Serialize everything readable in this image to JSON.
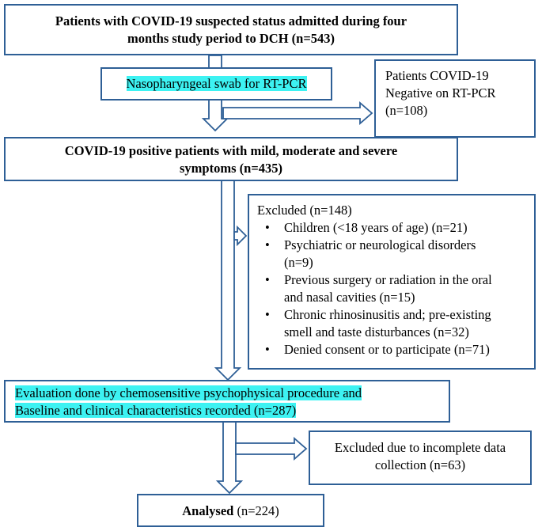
{
  "box1": {
    "lines": [
      "Patients with COVID-19 suspected status admitted during four",
      "months study period to DCH (n=543)"
    ]
  },
  "box2": {
    "text": "Nasopharyngeal swab for RT-PCR"
  },
  "box3": {
    "lines": [
      "Patients COVID-19",
      "Negative on RT-PCR",
      "(n=108)"
    ]
  },
  "box4": {
    "lines": [
      "COVID-19 positive patients with mild, moderate and severe",
      "symptoms (n=435)"
    ]
  },
  "box5": {
    "title": "Excluded (n=148)",
    "items": [
      {
        "lines": [
          "Children (<18 years of age) (n=21)"
        ]
      },
      {
        "lines": [
          "Psychiatric or neurological disorders",
          "(n=9)"
        ]
      },
      {
        "lines": [
          "Previous surgery or radiation in the oral",
          "and nasal cavities (n=15)"
        ]
      },
      {
        "lines": [
          "Chronic rhinosinusitis and; pre-existing",
          "smell and taste disturbances (n=32)"
        ]
      },
      {
        "lines": [
          "Denied consent or to participate (n=71)"
        ]
      }
    ]
  },
  "box6": {
    "lines": [
      "Evaluation done by chemosensitive psychophysical procedure and",
      "Baseline and clinical characteristics recorded (n=287)"
    ]
  },
  "box7": {
    "lines": [
      "Excluded due to incomplete data",
      "collection (n=63)"
    ]
  },
  "box8": {
    "bold_part": "Analysed",
    "rest": " (n=224)"
  },
  "colors": {
    "border": "#2e5f96",
    "highlight": "#3df2f2"
  }
}
